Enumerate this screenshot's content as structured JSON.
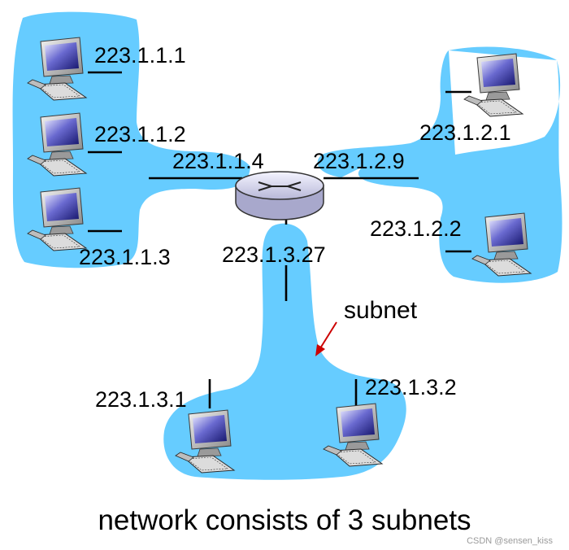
{
  "colors": {
    "subnet_fill": "#66ccff",
    "line": "#000000",
    "subnet_label": "#cc0000",
    "router_fill": "#e6e6f5"
  },
  "icons": {
    "host": "desktop-computer-icon",
    "router": "router-icon"
  },
  "subnet_left": {
    "hosts": [
      "223.1.1.1",
      "223.1.1.2",
      "223.1.1.3"
    ],
    "router_interface": "223.1.1.4"
  },
  "subnet_right": {
    "hosts": [
      "223.1.2.1",
      "223.1.2.2"
    ],
    "router_interface": "223.1.2.9"
  },
  "subnet_bottom": {
    "hosts": [
      "223.1.3.1",
      "223.1.3.2"
    ],
    "router_interface": "223.1.3.27"
  },
  "subnet_label": "subnet",
  "caption": "network consists of 3 subnets",
  "watermark": "CSDN @sensen_kiss"
}
